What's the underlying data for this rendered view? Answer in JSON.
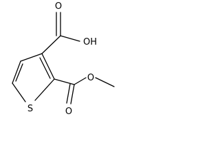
{
  "structure": {
    "atoms": {
      "ring_sulfur": "S",
      "acid_carbonyl_oxygen": "O",
      "acid_hydroxyl": "OH",
      "ester_carbonyl_oxygen": "O",
      "ester_oxygen": "O"
    }
  }
}
